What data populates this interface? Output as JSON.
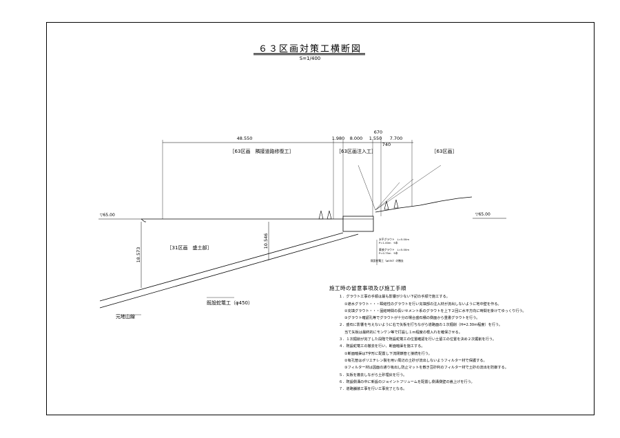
{
  "title": "６３区画対策工横断図",
  "scale": "S=1/400",
  "dims": {
    "d1": "48.550",
    "d2": "1.980",
    "d3": "8.000",
    "d4": "1.550",
    "d5": "670",
    "d6": "7.700",
    "d7": "740",
    "h1": "18.573",
    "h2": "10.546"
  },
  "labels": {
    "zone_road": "［63区画　隣接道路修復工］",
    "zone_inject": "［63区画注入工］",
    "zone_63": "［63区画］",
    "zone_31": "［31区画　盛土部］",
    "level_left": "▽65.00",
    "level_right": "▽65.00",
    "pipe": "既設蛇篭工（φ450）",
    "ground": "元地山線",
    "grout_a": "水平グラウト　L=5.00m",
    "grout_a2": "P=1.00m　9本",
    "grout_b": "薬液グラウト　L=5.00m",
    "grout_b2": "P=0.75m　9本",
    "pipe_small": "既設蛇篭工（φ450）の撤去"
  },
  "notes": {
    "heading": "施工時の留意事項及び施工手順",
    "lines": [
      {
        "indent": 1,
        "text": "１．グラウト工事の手順は最も影響が少ない下記の手順で施工する。"
      },
      {
        "indent": 2,
        "text": "①遮水グラウト・・・瞬結性のグラウトを行い充填部の注入材が流出しないように地中壁を作る。"
      },
      {
        "indent": 2,
        "text": "②充填グラウト・・・固結時間の長いセメント系のグラウトを上下２回に水平方向に時間を掛けてゆっくり行う。"
      },
      {
        "indent": 2,
        "text": "③グラウト確認孔等でグラウトが十分の場合盛石積の側面から重書グラウトを行う。"
      },
      {
        "indent": 1,
        "text": "２．盛石に影響を与えないように右で矢板を打ちながら道路面の１次掘削（H=2.30m程度）を行う。"
      },
      {
        "indent": 2,
        "text": "当て矢板は最終的にモンケン等で打設し１m程度の根入れを確保させる。"
      },
      {
        "indent": 1,
        "text": "３．１次掘削が完了した段階で既設蛇篭工の位置確認を行い土留工の位置を決め２次掘削を行う。"
      },
      {
        "indent": 1,
        "text": "４．既設蛇篭工の撤去を行い、断面暗渠を施工する。"
      },
      {
        "indent": 2,
        "text": "①断面暗渠はT字形に配置し下流閉鎖管と接続を行う。"
      },
      {
        "indent": 2,
        "text": "②有孔管はポリエチレン製を用い周辺の土砂が流出しないようフィルター材で保護する。"
      },
      {
        "indent": 2,
        "text": "③フィルター材は因面の通り吸出し防止マットを敷き豆砂利のフィルター材で土砂の流出を防御する。"
      },
      {
        "indent": 1,
        "text": "５．矢板を撤去しながら土砂埋戻を行う。"
      },
      {
        "indent": 1,
        "text": "６．既設側溝の中に新設のジョイントフリュームを配置し側溝側壁の嵩上げを行う。"
      },
      {
        "indent": 1,
        "text": "７．道路舗装工事を行い工事完了となる。"
      }
    ]
  }
}
